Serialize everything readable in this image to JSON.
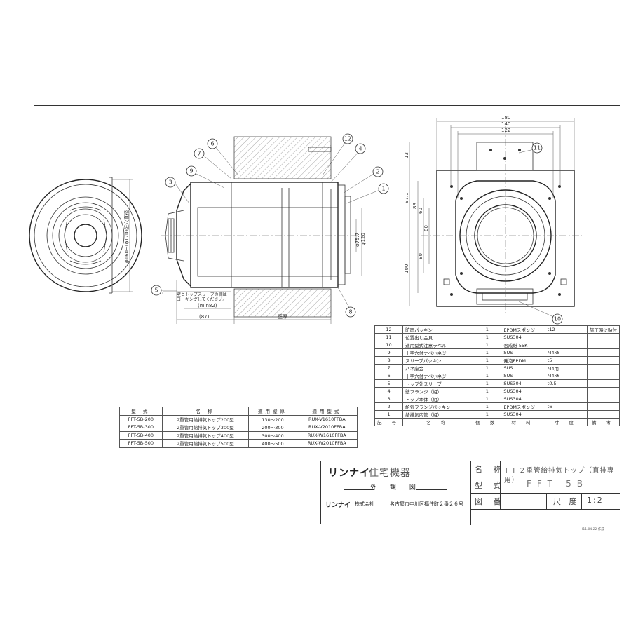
{
  "labels": {
    "dim_180": "180",
    "dim_140": "140",
    "dim_122": "122",
    "dim_13": "13",
    "dim_97_1": "97.1",
    "dim_83": "83",
    "dim_60a": "60",
    "dim_80a": "80",
    "dim_80b": "80",
    "dim_100": "100",
    "dim_75_7": "φ75.7",
    "dim_120": "φ120",
    "dim_dia_left": "φ160~(φ170)壁穴直径",
    "dim_min82": "(min82)",
    "dim_87": "(87)",
    "wall_thickness": "壁厚",
    "caulk_note_1": "壁とトップスリーブの間は",
    "caulk_note_2": "コーキングしてください。"
  },
  "balloons": [
    "1",
    "2",
    "3",
    "4",
    "5",
    "6",
    "7",
    "8",
    "9",
    "10",
    "11",
    "12"
  ],
  "parts_table": {
    "header": {
      "no": "記 号",
      "name": "名 称",
      "qty": "個 数",
      "material": "材 料",
      "size": "寸 度",
      "remarks": "備 考"
    },
    "rows": [
      {
        "no": "12",
        "name": "防雨パッキン",
        "qty": "1",
        "material": "EPDMスポンジ",
        "size": "t12",
        "remarks": "施工時に貼付"
      },
      {
        "no": "11",
        "name": "位置出し金具",
        "qty": "1",
        "material": "SUS304",
        "size": "",
        "remarks": ""
      },
      {
        "no": "10",
        "name": "適用型式注意ラベル",
        "qty": "1",
        "material": "合成紙 55K",
        "size": "",
        "remarks": ""
      },
      {
        "no": "9",
        "name": "十字穴付ナベ小ネジ",
        "qty": "1",
        "material": "SUS",
        "size": "M4x8",
        "remarks": ""
      },
      {
        "no": "8",
        "name": "スリーブパッキン",
        "qty": "1",
        "material": "発泡EPDM",
        "size": "t5",
        "remarks": ""
      },
      {
        "no": "7",
        "name": "バネ座金",
        "qty": "1",
        "material": "SUS",
        "size": "M4用",
        "remarks": ""
      },
      {
        "no": "6",
        "name": "十字穴付ナベ小ネジ",
        "qty": "1",
        "material": "SUS",
        "size": "M4x6",
        "remarks": ""
      },
      {
        "no": "5",
        "name": "トップ外スリーブ",
        "qty": "1",
        "material": "SUS304",
        "size": "t0.5",
        "remarks": ""
      },
      {
        "no": "4",
        "name": "壁フランジ（組）",
        "qty": "1",
        "material": "SUS304",
        "size": "",
        "remarks": ""
      },
      {
        "no": "3",
        "name": "トップ本体（組）",
        "qty": "1",
        "material": "SUS304",
        "size": "",
        "remarks": ""
      },
      {
        "no": "2",
        "name": "給気フランジパッキン",
        "qty": "1",
        "material": "EPDMスポンジ",
        "size": "t6",
        "remarks": ""
      },
      {
        "no": "1",
        "name": "給排気内管（組）",
        "qty": "1",
        "material": "SUS304",
        "size": "",
        "remarks": ""
      }
    ]
  },
  "model_table": {
    "header": {
      "model": "型 式",
      "name": "名 称",
      "wall": "適用壁厚",
      "applicable": "適用型式"
    },
    "rows": [
      {
        "model": "FFT-5B-200",
        "name": "2重管用給排気トップ200型",
        "wall": "130～200",
        "applicable": "RUX-V1610FFBA"
      },
      {
        "model": "FFT-5B-300",
        "name": "2重管用給排気トップ300型",
        "wall": "200～300",
        "applicable": "RUX-V2010FFBA"
      },
      {
        "model": "FFT-5B-400",
        "name": "2重管用給排気トップ400型",
        "wall": "300～400",
        "applicable": "RUX-W1610FFBA"
      },
      {
        "model": "FFT-5B-500",
        "name": "2重管用給排気トップ500型",
        "wall": "400～500",
        "applicable": "RUX-W2010FFBA"
      }
    ]
  },
  "title_block": {
    "logo": "リンナイ",
    "logo_sub": "住宅機器",
    "view": "外 観 図",
    "company": "リンナイ",
    "company_suffix": "株式会社",
    "address": "名古屋市中川区福住町２番２６号",
    "name_label": "名 称",
    "name_value": "ＦＦ２重管給排気トップ（直排専用）",
    "model_label": "型 式",
    "model_value": "FFT-5B",
    "drawing_no_label": "図 番",
    "drawing_no_value": "",
    "scale_label": "尺 度",
    "scale_value": "1:2"
  },
  "stamp": "H11.04.22 作成"
}
